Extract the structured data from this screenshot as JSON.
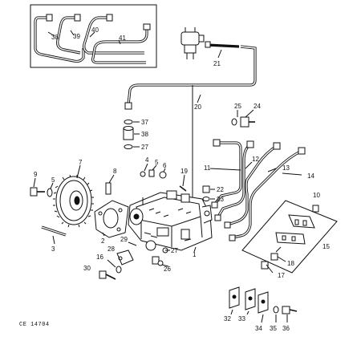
{
  "diagram": {
    "code": "CE 14704",
    "labels": [
      {
        "key": "l38a",
        "text": "38"
      },
      {
        "key": "l39",
        "text": "39"
      },
      {
        "key": "l40",
        "text": "40"
      },
      {
        "key": "l41",
        "text": "41"
      },
      {
        "key": "l21",
        "text": "21"
      },
      {
        "key": "l20",
        "text": "20"
      },
      {
        "key": "l25",
        "text": "25"
      },
      {
        "key": "l24",
        "text": "24"
      },
      {
        "key": "l37",
        "text": "37"
      },
      {
        "key": "l38b",
        "text": "38"
      },
      {
        "key": "l27a",
        "text": "27"
      },
      {
        "key": "l4",
        "text": "4"
      },
      {
        "key": "l5a",
        "text": "5"
      },
      {
        "key": "l6",
        "text": "6"
      },
      {
        "key": "l9",
        "text": "9"
      },
      {
        "key": "l5b",
        "text": "5"
      },
      {
        "key": "l7",
        "text": "7"
      },
      {
        "key": "l8",
        "text": "8"
      },
      {
        "key": "l19",
        "text": "19"
      },
      {
        "key": "l11",
        "text": "11"
      },
      {
        "key": "l12",
        "text": "12"
      },
      {
        "key": "l13",
        "text": "13"
      },
      {
        "key": "l14",
        "text": "14"
      },
      {
        "key": "l22",
        "text": "22"
      },
      {
        "key": "l23",
        "text": "23"
      },
      {
        "key": "l10",
        "text": "10"
      },
      {
        "key": "l1",
        "text": "1"
      },
      {
        "key": "l15",
        "text": "15"
      },
      {
        "key": "l3",
        "text": "3"
      },
      {
        "key": "l2",
        "text": "2"
      },
      {
        "key": "l29",
        "text": "29"
      },
      {
        "key": "l28",
        "text": "28"
      },
      {
        "key": "l27b",
        "text": "27"
      },
      {
        "key": "l16",
        "text": "16"
      },
      {
        "key": "l26",
        "text": "26"
      },
      {
        "key": "l18",
        "text": "18"
      },
      {
        "key": "l17",
        "text": "17"
      },
      {
        "key": "l30",
        "text": "30"
      },
      {
        "key": "l32",
        "text": "32"
      },
      {
        "key": "l33",
        "text": "33"
      },
      {
        "key": "l34",
        "text": "34"
      },
      {
        "key": "l35",
        "text": "35"
      },
      {
        "key": "l36",
        "text": "36"
      }
    ]
  }
}
